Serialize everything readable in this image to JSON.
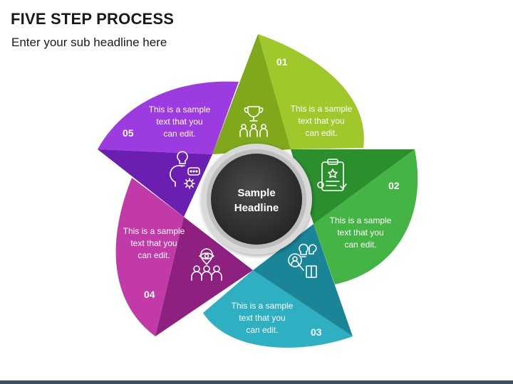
{
  "header": {
    "title": "FIVE STEP PROCESS",
    "subtitle": "Enter your sub headline here"
  },
  "center": {
    "line1": "Sample",
    "line2": "Headline"
  },
  "steps": [
    {
      "number": "01",
      "lines": [
        "This is a sample",
        "text that you",
        "can edit."
      ],
      "color": "#8dbb22",
      "icon": "trophy-team-icon"
    },
    {
      "number": "02",
      "lines": [
        "This is a sample",
        "text that you",
        "can edit."
      ],
      "color": "#3ba83a",
      "icon": "checklist-clipboard-icon"
    },
    {
      "number": "03",
      "lines": [
        "This is a sample",
        "text that you",
        "can edit."
      ],
      "color": "#2aa6b8",
      "icon": "idea-search-person-icon"
    },
    {
      "number": "04",
      "lines": [
        "This is a sample",
        "text that you",
        "can edit."
      ],
      "color": "#b5309b",
      "icon": "vision-team-icon"
    },
    {
      "number": "05",
      "lines": [
        "This is a sample",
        "text that you",
        "can edit."
      ],
      "color": "#8a2fd3",
      "icon": "brain-idea-gear-icon"
    }
  ]
}
